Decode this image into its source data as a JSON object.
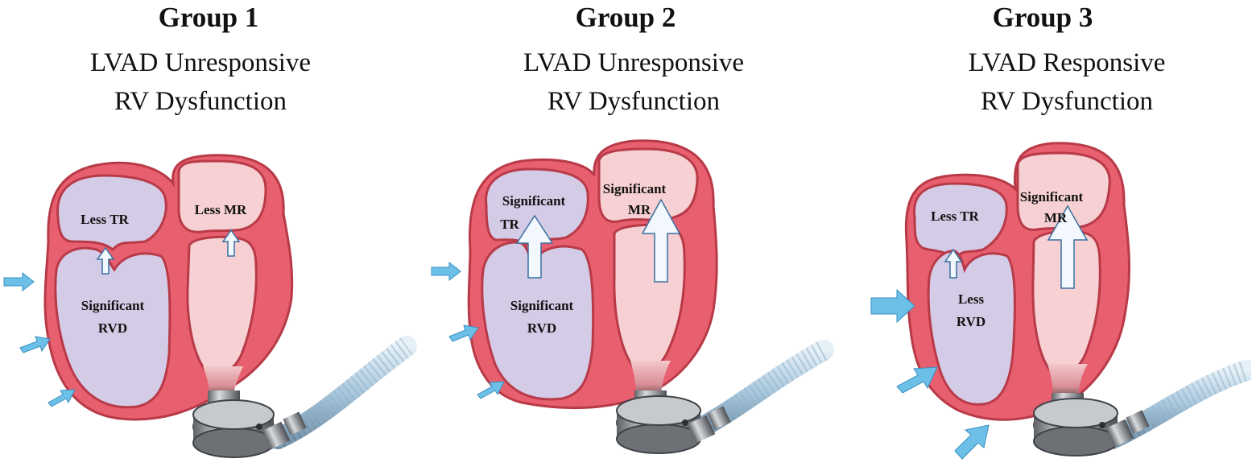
{
  "groups": [
    {
      "title": "Group 1",
      "line1": "LVAD Unresponsive",
      "line2": "RV Dysfunction",
      "ra_label": "Less TR",
      "la_label": "Less MR",
      "rv_label_1": "Significant",
      "rv_label_2": "RVD"
    },
    {
      "title": "Group 2",
      "line1": "LVAD Unresponsive",
      "line2": "RV Dysfunction",
      "ra_label_1": "Significant",
      "ra_label_2": "TR",
      "la_label_1": "Significant",
      "la_label_2": "MR",
      "rv_label_1": "Significant",
      "rv_label_2": "RVD"
    },
    {
      "title": "Group 3",
      "line1": "LVAD Responsive",
      "line2": "RV Dysfunction",
      "ra_label": "Less TR",
      "la_label_1": "Significant",
      "la_label_2": "MR",
      "rv_label_1": "Less",
      "rv_label_2": "RVD"
    }
  ],
  "colors": {
    "myocardium": "#e8606f",
    "outline": "#b83a48",
    "rv_chamber": "#d4cbe6",
    "lv_chamber": "#f6d0d2",
    "flow_arrow": "#f2f8fd",
    "pressure_arrow": "#6cc0e8",
    "pump": "#8a8e93"
  }
}
